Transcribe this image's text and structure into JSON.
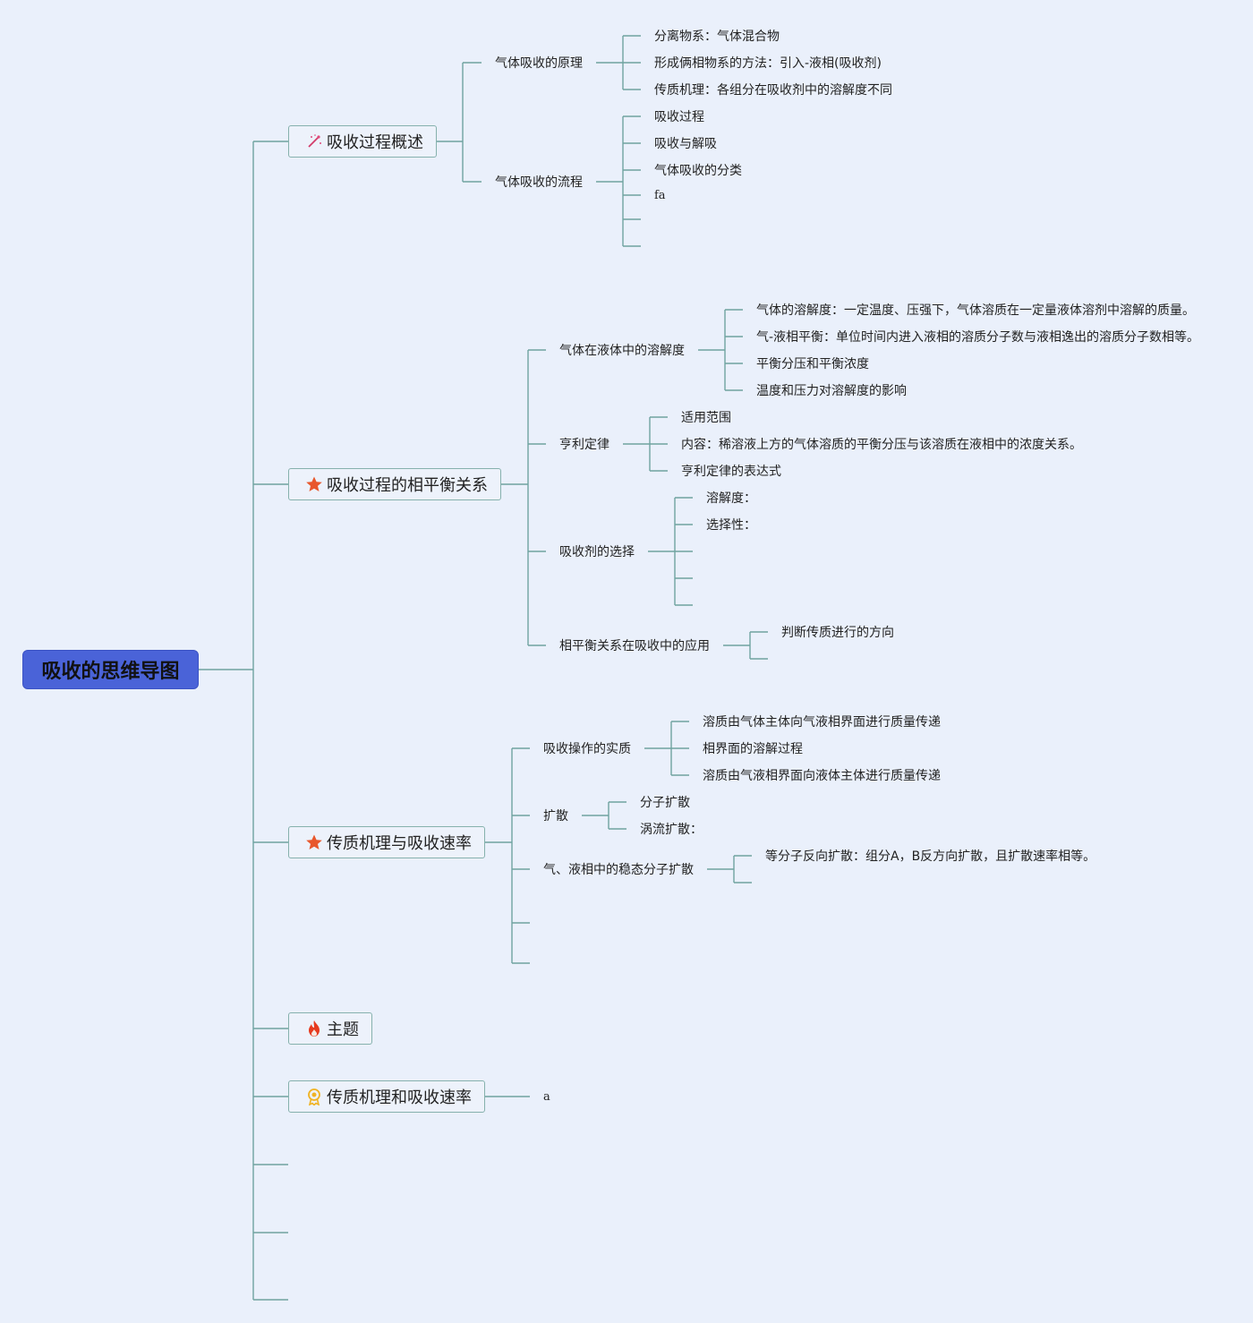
{
  "root": {
    "label": "吸收的思维导图"
  },
  "branches": [
    {
      "label": "吸收过程概述",
      "icon": "magic-wand-icon",
      "children": [
        {
          "label": "气体吸收的原理",
          "children": [
            "分离物系：气体混合物",
            "形成俩相物系的方法：引入-液相(吸收剂)",
            "传质机理：各组分在吸收剂中的溶解度不同"
          ]
        },
        {
          "label": "气体吸收的流程",
          "children": [
            "吸收过程",
            "吸收与解吸",
            "气体吸收的分类",
            "fa",
            "",
            ""
          ]
        }
      ]
    },
    {
      "label": "吸收过程的相平衡关系",
      "icon": "star-icon",
      "children": [
        {
          "label": "气体在液体中的溶解度",
          "children": [
            "气体的溶解度：一定温度、压强下，气体溶质在一定量液体溶剂中溶解的质量。",
            "气-液相平衡：单位时间内进入液相的溶质分子数与液相逸出的溶质分子数相等。",
            "平衡分压和平衡浓度",
            "温度和压力对溶解度的影响"
          ]
        },
        {
          "label": "亨利定律",
          "children": [
            "适用范围",
            "内容：稀溶液上方的气体溶质的平衡分压与该溶质在液相中的浓度关系。",
            "亨利定律的表达式"
          ]
        },
        {
          "label": "吸收剂的选择",
          "children": [
            "溶解度：",
            "选择性：",
            "",
            "",
            ""
          ]
        },
        {
          "label": "相平衡关系在吸收中的应用",
          "children": [
            "判断传质进行的方向",
            ""
          ]
        }
      ]
    },
    {
      "label": "传质机理与吸收速率",
      "icon": "star-icon",
      "children": [
        {
          "label": "吸收操作的实质",
          "children": [
            "溶质由气体主体向气液相界面进行质量传递",
            "相界面的溶解过程",
            "溶质由气液相界面向液体主体进行质量传递"
          ]
        },
        {
          "label": "扩散",
          "children": [
            "分子扩散",
            "涡流扩散："
          ]
        },
        {
          "label": "气、液相中的稳态分子扩散",
          "children": [
            "等分子反向扩散：组分A，B反方向扩散，且扩散速率相等。",
            ""
          ]
        },
        {
          "label": "",
          "children": []
        },
        {
          "label": "",
          "children": []
        }
      ]
    },
    {
      "label": "主题",
      "icon": "fire-icon",
      "children": []
    },
    {
      "label": "传质机理和吸收速率",
      "icon": "award-icon",
      "children": [
        {
          "label": "a",
          "children": []
        }
      ]
    },
    {
      "label": "",
      "children": []
    },
    {
      "label": "",
      "children": []
    },
    {
      "label": "",
      "children": []
    }
  ],
  "colors": {
    "line": "#6fa3a0",
    "root_bg": "#4a63d8",
    "page_bg": "#eaf0fb"
  }
}
